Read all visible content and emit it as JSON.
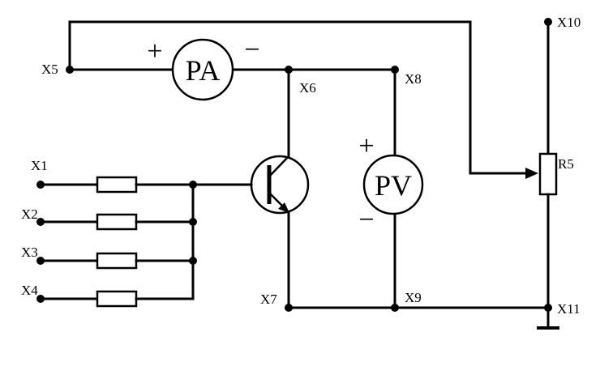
{
  "labels": {
    "x1": "X1",
    "x2": "X2",
    "x3": "X3",
    "x4": "X4",
    "x5": "X5",
    "x6": "X6",
    "x7": "X7",
    "x8": "X8",
    "x9": "X9",
    "x10": "X10",
    "x11": "X11",
    "r5": "R5"
  },
  "meters": {
    "ammeter": "PA",
    "voltmeter": "PV"
  },
  "polarity": {
    "plus": "+",
    "minus": "−"
  }
}
